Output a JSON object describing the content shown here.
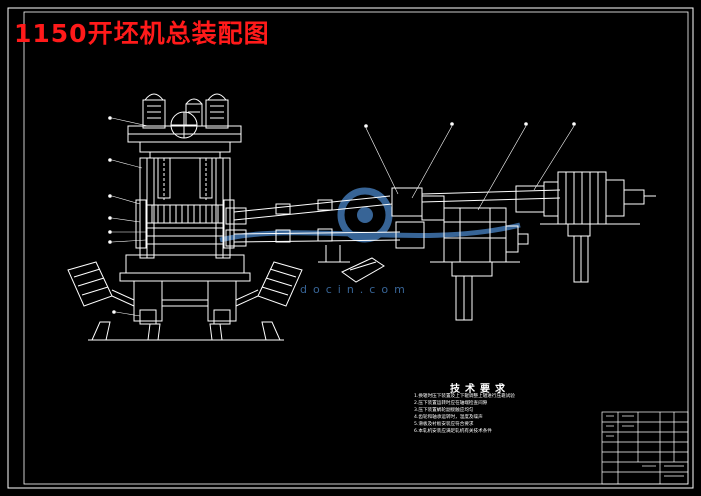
{
  "drawing": {
    "title": "1150开坯机总装配图",
    "requirements_heading": "技术要求",
    "requirements": [
      "1.换辊时压下装置及上下辊调整上辊进行压靠试验",
      "2.压下装置运转时应在轴端检查间隙",
      "3.压下装置蜗轮副接触应均匀",
      "4.齿轮和轴承运转时，温度及噪声",
      "5.滑板及衬板安装应符合要求",
      "6.本轧机安装应满足轧机有关技术条件"
    ],
    "watermark": "docin.com",
    "colors": {
      "background": "#000000",
      "linework": "#ffffff",
      "title": "#ff1a1a",
      "watermark": "#4a86c8"
    }
  }
}
